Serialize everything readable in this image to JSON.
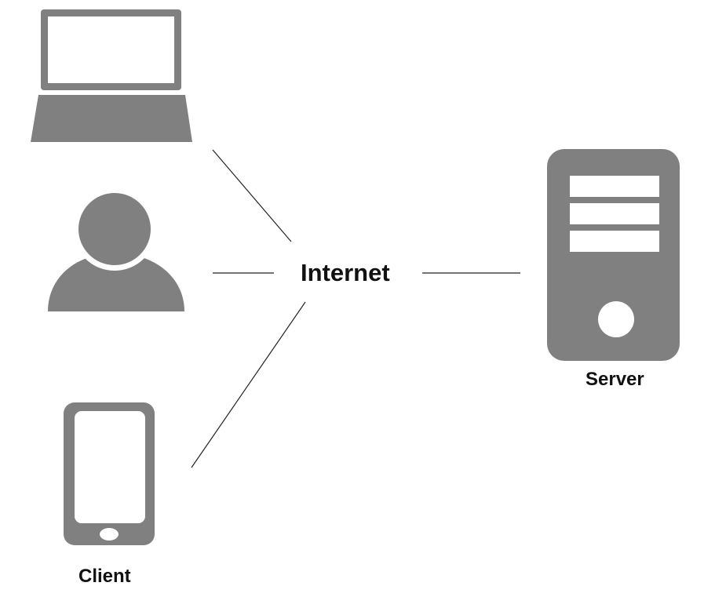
{
  "labels": {
    "internet": "Internet",
    "server": "Server",
    "client": "Client"
  },
  "colors": {
    "icon": "#808080",
    "line": "#222222",
    "background": "#ffffff"
  },
  "icons": [
    "laptop-icon",
    "user-icon",
    "phone-icon",
    "server-icon"
  ]
}
